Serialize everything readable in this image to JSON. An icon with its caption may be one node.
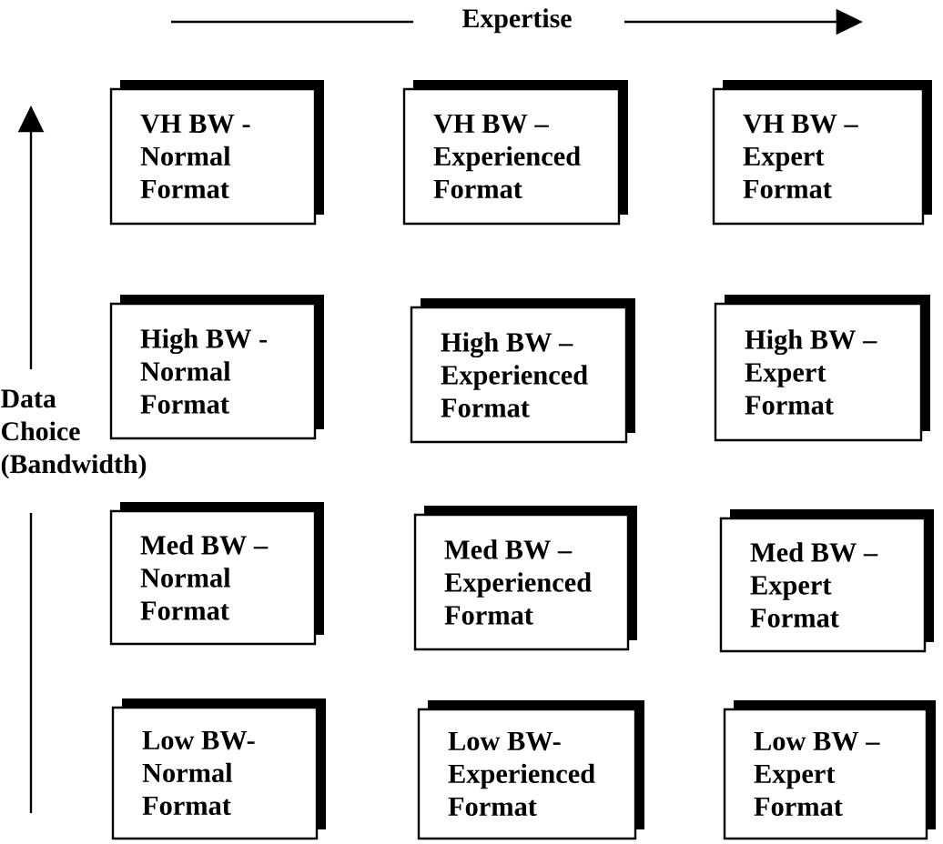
{
  "diagram": {
    "nodes": [
      {
        "text": [
          "VH BW - Normal Format"
        ]
      },
      {
        "text": [
          "VH BW – Experienced Format"
        ]
      },
      {
        "text": [
          "VH BW – Expert Format"
        ]
      },
      {
        "text": [
          "High BW - Normal Format"
        ]
      },
      {
        "text": [
          "High BW – Experienced Format"
        ]
      },
      {
        "text": [
          "High BW – Expert Format"
        ]
      },
      {
        "text": [
          "Med BW – Normal Format"
        ]
      },
      {
        "text": [
          "Med BW – Experienced Format"
        ]
      },
      {
        "text": [
          "Med BW – Expert Format"
        ]
      },
      {
        "text": [
          "Low BW- Normal Format"
        ]
      },
      {
        "text": [
          "Low BW- Experienced Format"
        ]
      },
      {
        "text": [
          "Low BW – Expert Format"
        ]
      }
    ],
    "labels": [
      "Expertise",
      "Data Choice (Bandwidth)"
    ]
  }
}
